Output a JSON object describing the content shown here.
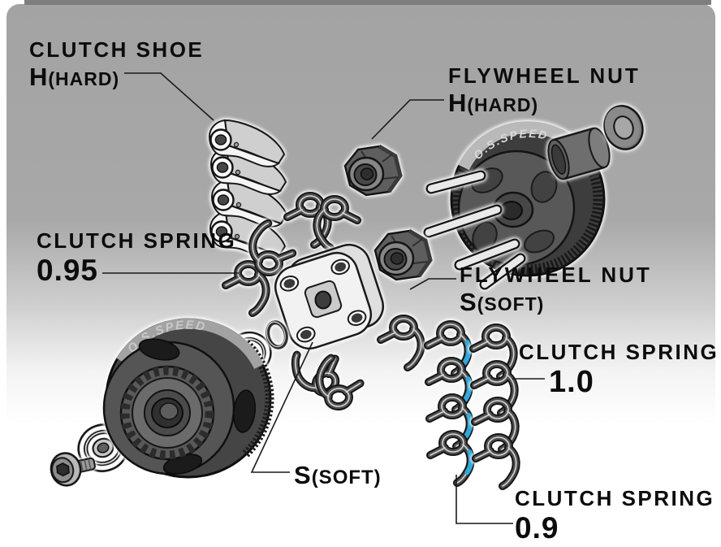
{
  "labels": {
    "clutch_shoe": {
      "title": "CLUTCH SHOE",
      "grade": "H",
      "suffix": "(HARD)"
    },
    "flywheel_nut_hard": {
      "title": "FLYWHEEL NUT",
      "grade": "H",
      "suffix": "(HARD)"
    },
    "clutch_spring_095": {
      "title": "CLUTCH SPRING",
      "value": "0.95"
    },
    "flywheel_nut_soft": {
      "title": "FLYWHEEL NUT",
      "grade": "S",
      "suffix": "(SOFT)"
    },
    "clutch_spring_10": {
      "title": "CLUTCH SPRING",
      "value": "1.0"
    },
    "clutch_hub_soft": {
      "grade": "S",
      "suffix": "(SOFT)"
    },
    "clutch_spring_09": {
      "title": "CLUTCH SPRING",
      "value": "0.9"
    }
  },
  "logos": {
    "flywheel": "O.S.SPEED",
    "clutch_bell": "O.S.SPEED"
  },
  "colors": {
    "background_top": "#a6a6a6",
    "background_bottom": "#ffffff",
    "label_text": "#0c0c0c",
    "spring_accent": "#2fa8dc",
    "leader_line": "#1a1a1a"
  }
}
